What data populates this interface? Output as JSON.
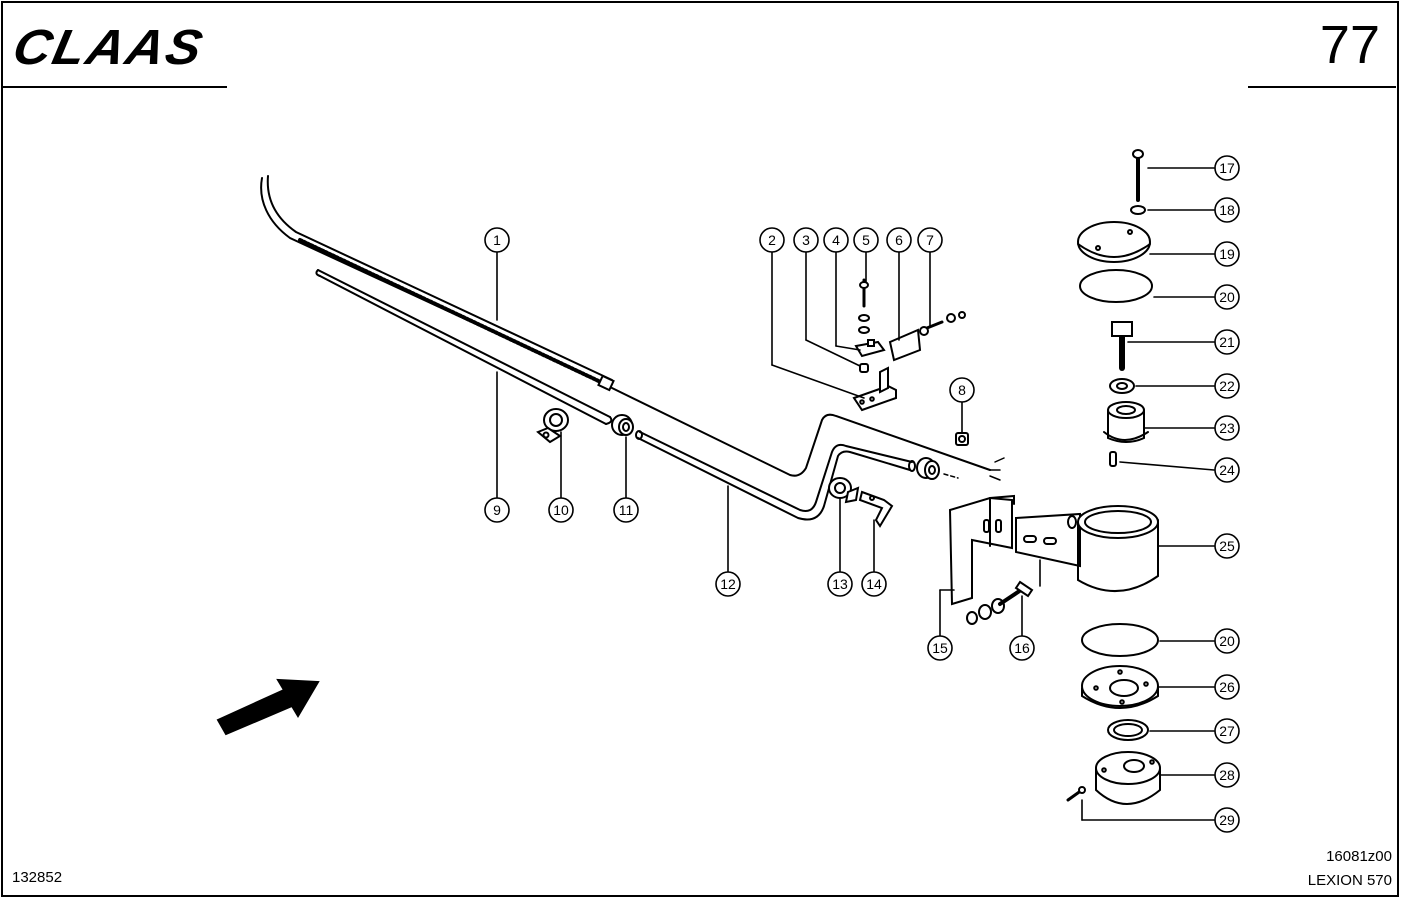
{
  "header": {
    "brand": "CLAAS",
    "page_number": "77"
  },
  "footer": {
    "document_number": "132852",
    "drawing_number": "16081z00",
    "model": "LEXION 570"
  },
  "callouts": [
    "1",
    "2",
    "3",
    "4",
    "5",
    "6",
    "7",
    "8",
    "9",
    "10",
    "11",
    "12",
    "13",
    "14",
    "15",
    "16",
    "17",
    "18",
    "19",
    "20",
    "20",
    "21",
    "22",
    "23",
    "24",
    "25",
    "26",
    "27",
    "28",
    "29"
  ]
}
